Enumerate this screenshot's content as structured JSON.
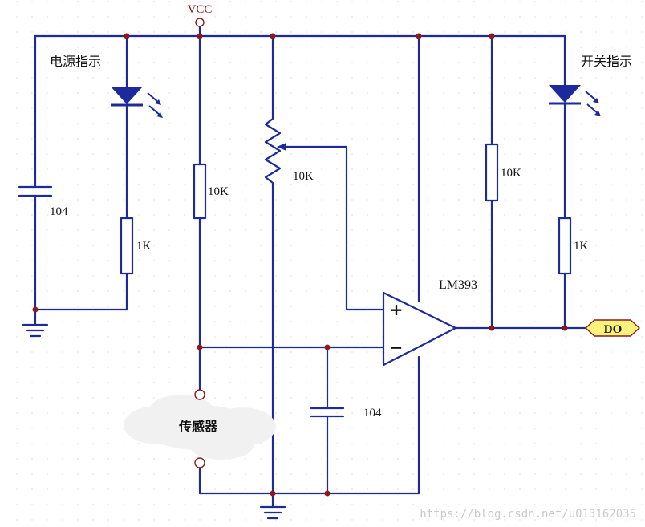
{
  "schematic": {
    "vcc_label": "VCC",
    "power_led_label": "电源指示",
    "switch_led_label": "开关指示",
    "power_cap_label": "104",
    "power_led_resistor_label": "1K",
    "sensor_pullup_label": "10K",
    "potentiometer_label": "10K",
    "output_pullup_label": "10K",
    "switch_led_resistor_label": "1K",
    "comparator_label": "LM393",
    "plus_sign": "+",
    "minus_sign": "−",
    "sensor_label": "传感器",
    "filter_cap_label": "104",
    "output_label": "DO",
    "watermark": "https://blog.csdn.net/u013162035"
  },
  "colors": {
    "wire": "#1c2a9c",
    "junction": "#8b1a1a",
    "terminal": "#8b1a1a",
    "output_tag_fill": "#fff27a",
    "output_tag_stroke": "#8b1a1a",
    "grid_dot": "#e6e6e6",
    "text": "#111111",
    "watermark": "#c9c9c9"
  }
}
